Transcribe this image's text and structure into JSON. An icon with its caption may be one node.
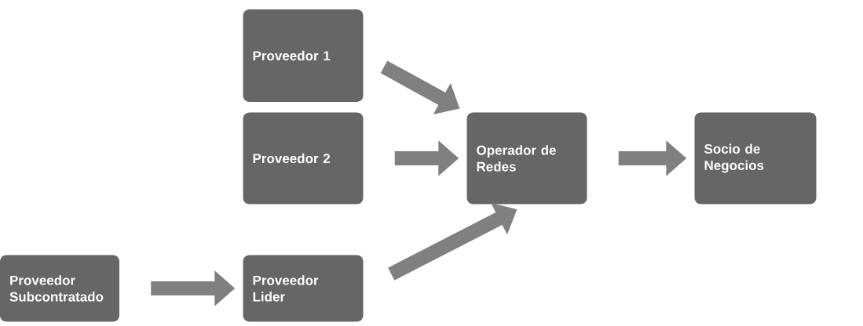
{
  "diagram": {
    "nodes": [
      {
        "text": [
          "Proveedor 1"
        ]
      },
      {
        "text": [
          "Proveedor 2"
        ]
      },
      {
        "text": [
          "Operador de Redes"
        ]
      },
      {
        "text": [
          "Socio de Negocios"
        ]
      },
      {
        "text": [
          "Proveedor Subcontratado"
        ]
      },
      {
        "text": [
          "Proveedor Lider"
        ]
      }
    ],
    "edges": [
      {
        "from": 0,
        "to": 2,
        "arrow": "to"
      },
      {
        "from": 1,
        "to": 2,
        "arrow": "to"
      },
      {
        "from": 5,
        "to": 2,
        "arrow": "to"
      },
      {
        "from": 2,
        "to": 3,
        "arrow": "to"
      },
      {
        "from": 4,
        "to": 5,
        "arrow": "to"
      }
    ]
  }
}
